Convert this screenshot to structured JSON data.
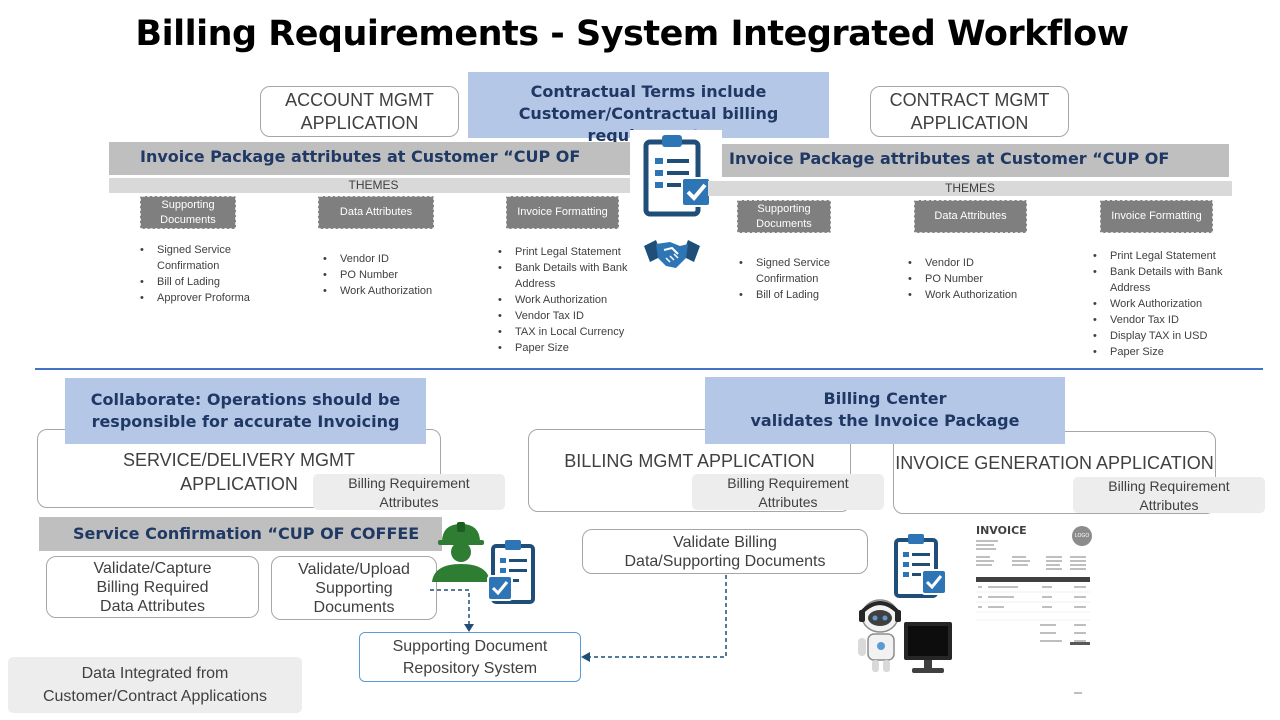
{
  "title": "Billing Requirements - System Integrated Workflow",
  "top": {
    "contractual_terms": [
      "Contractual Terms include",
      "Customer/Contractual billing requirements"
    ],
    "account_app": [
      "ACCOUNT MGMT",
      "APPLICATION"
    ],
    "contract_app": [
      "CONTRACT MGMT",
      "APPLICATION"
    ],
    "left_panel": {
      "header": "Invoice Package attributes at Customer “CUP OF COFFEE Inc”",
      "themes": "THEMES",
      "columns": [
        {
          "label": "Supporting Documents",
          "items": [
            "Signed Service Confirmation",
            "Bill of  Lading",
            "Approver Proforma"
          ]
        },
        {
          "label": "Data Attributes",
          "items": [
            "Vendor ID",
            "PO Number",
            "Work Authorization"
          ]
        },
        {
          "label": "Invoice Formatting",
          "items": [
            "Print Legal Statement",
            "Bank Details with Bank Address",
            "Work Authorization",
            "Vendor Tax ID",
            "TAX in Local Currency",
            "Paper Size"
          ]
        }
      ]
    },
    "right_panel": {
      "header": "Invoice Package attributes at Customer “CUP OF COFFEE Inc”",
      "themes": "THEMES",
      "columns": [
        {
          "label": "Supporting Documents",
          "items": [
            "Signed Service Confirmation",
            "Bill of  Lading"
          ]
        },
        {
          "label": "Data Attributes",
          "items": [
            "Vendor ID",
            "PO Number",
            "Work Authorization"
          ]
        },
        {
          "label": "Invoice Formatting",
          "items": [
            "Print Legal Statement",
            "Bank Details with Bank Address",
            "Work Authorization",
            "Vendor Tax ID",
            "Display TAX in USD",
            "Paper Size"
          ]
        }
      ]
    }
  },
  "bottom": {
    "collaborate": [
      "Collaborate: Operations should be",
      "responsible for accurate Invoicing"
    ],
    "billing_center": [
      "Billing Center",
      "validates the Invoice Package"
    ],
    "service_app": [
      "SERVICE/DELIVERY MGMT",
      "APPLICATION"
    ],
    "billing_app": "BILLING  MGMT APPLICATION",
    "invoice_app": "INVOICE GENERATION APPLICATION",
    "billing_req_attrs": [
      "Billing Requirement",
      "Attributes"
    ],
    "service_confirmation": "Service Confirmation  “CUP OF COFFEE Inc”",
    "validate_capture": [
      "Validate/Capture",
      "Billing Required",
      "Data Attributes"
    ],
    "validate_upload": [
      "Validate/Upload",
      "Supporting",
      "Documents"
    ],
    "validate_billing": [
      "Validate Billing",
      "Data/Supporting Documents"
    ],
    "repository": [
      "Supporting Document",
      "Repository System"
    ],
    "data_integrated": [
      "Data Integrated from",
      "Customer/Contract Applications"
    ],
    "invoice_title": "INVOICE",
    "invoice_logo": "LOGO"
  },
  "colors": {
    "light_blue": "#b4c7e7",
    "dark_navy": "#1f3864",
    "icon_blue": "#2e75b6",
    "icon_teal": "#1f4e79",
    "worker_green": "#2e7d32",
    "divider_blue": "#4472c4"
  },
  "icons": [
    "clipboard-check-icon",
    "handshake-icon",
    "worker-icon",
    "robot-icon",
    "computer-monitor-icon",
    "invoice-document-icon"
  ]
}
